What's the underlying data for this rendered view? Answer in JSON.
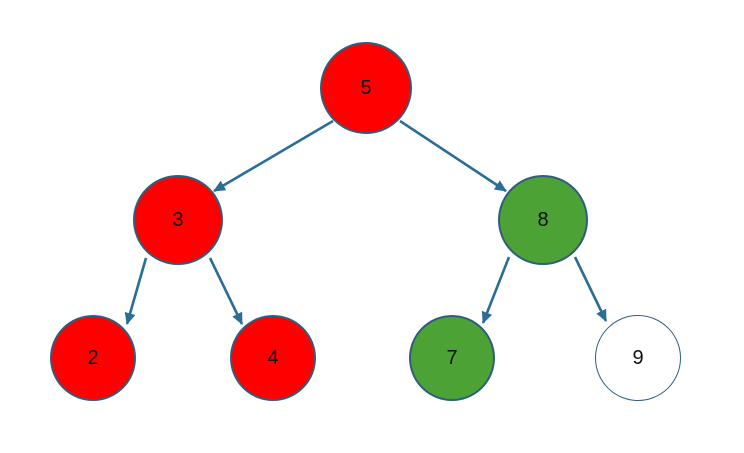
{
  "diagram": {
    "kind": "binary-tree",
    "background": "#ffffff",
    "colors": {
      "red": "#fe0000",
      "green": "#4ca234",
      "white": "#ffffff",
      "node_border": "#2f5e7d",
      "arrow": "#2a6d96",
      "label": "#111111"
    },
    "nodes": {
      "n5": {
        "label": "5",
        "fill": "red"
      },
      "n3": {
        "label": "3",
        "fill": "red"
      },
      "n8": {
        "label": "8",
        "fill": "green"
      },
      "n2": {
        "label": "2",
        "fill": "red"
      },
      "n4": {
        "label": "4",
        "fill": "red"
      },
      "n7": {
        "label": "7",
        "fill": "green"
      },
      "n9": {
        "label": "9",
        "fill": "white"
      }
    },
    "edges": [
      {
        "from": "5",
        "to": "3"
      },
      {
        "from": "5",
        "to": "8"
      },
      {
        "from": "3",
        "to": "2"
      },
      {
        "from": "3",
        "to": "4"
      },
      {
        "from": "8",
        "to": "7"
      },
      {
        "from": "8",
        "to": "9"
      }
    ]
  }
}
